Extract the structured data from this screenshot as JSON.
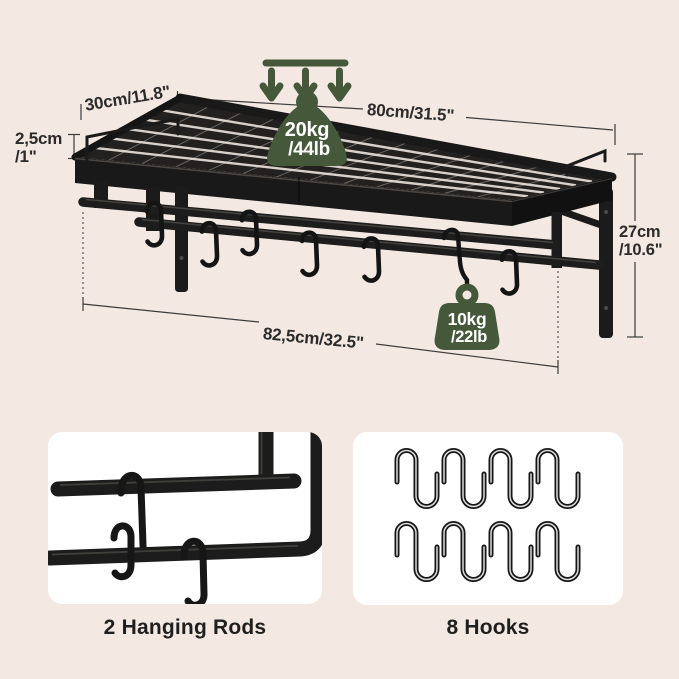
{
  "page": {
    "type": "product-dimension-diagram",
    "product": "wall-mounted shelf with hanging rods and hooks"
  },
  "colors": {
    "background": "#f3e9e2",
    "accent_green": "#45593a",
    "metal_black": "#1a1a1a",
    "card_white": "#ffffff",
    "dimension_text": "#2b2b2b"
  },
  "icons": {
    "load_direction": "down-arrows-icon",
    "shelf_load": "weight-icon",
    "rod_load": "hanging-weight-icon",
    "hooks": "s-hook-icon"
  },
  "dimensions": {
    "depth": "30cm/11.8\"",
    "width": "80cm/31.5\"",
    "rail_height_line1": "2,5cm",
    "rail_height_line2": "/1\"",
    "drop_height_line1": "27cm",
    "drop_height_line2": "/10.6\"",
    "rod_length": "82,5cm/32.5\""
  },
  "load_capacity": {
    "shelf_line1": "20kg",
    "shelf_line2": "/44lb",
    "rod_line1": "10kg",
    "rod_line2": "/22lb"
  },
  "features": {
    "rods_label": "2 Hanging Rods",
    "hooks_label": "8 Hooks"
  }
}
